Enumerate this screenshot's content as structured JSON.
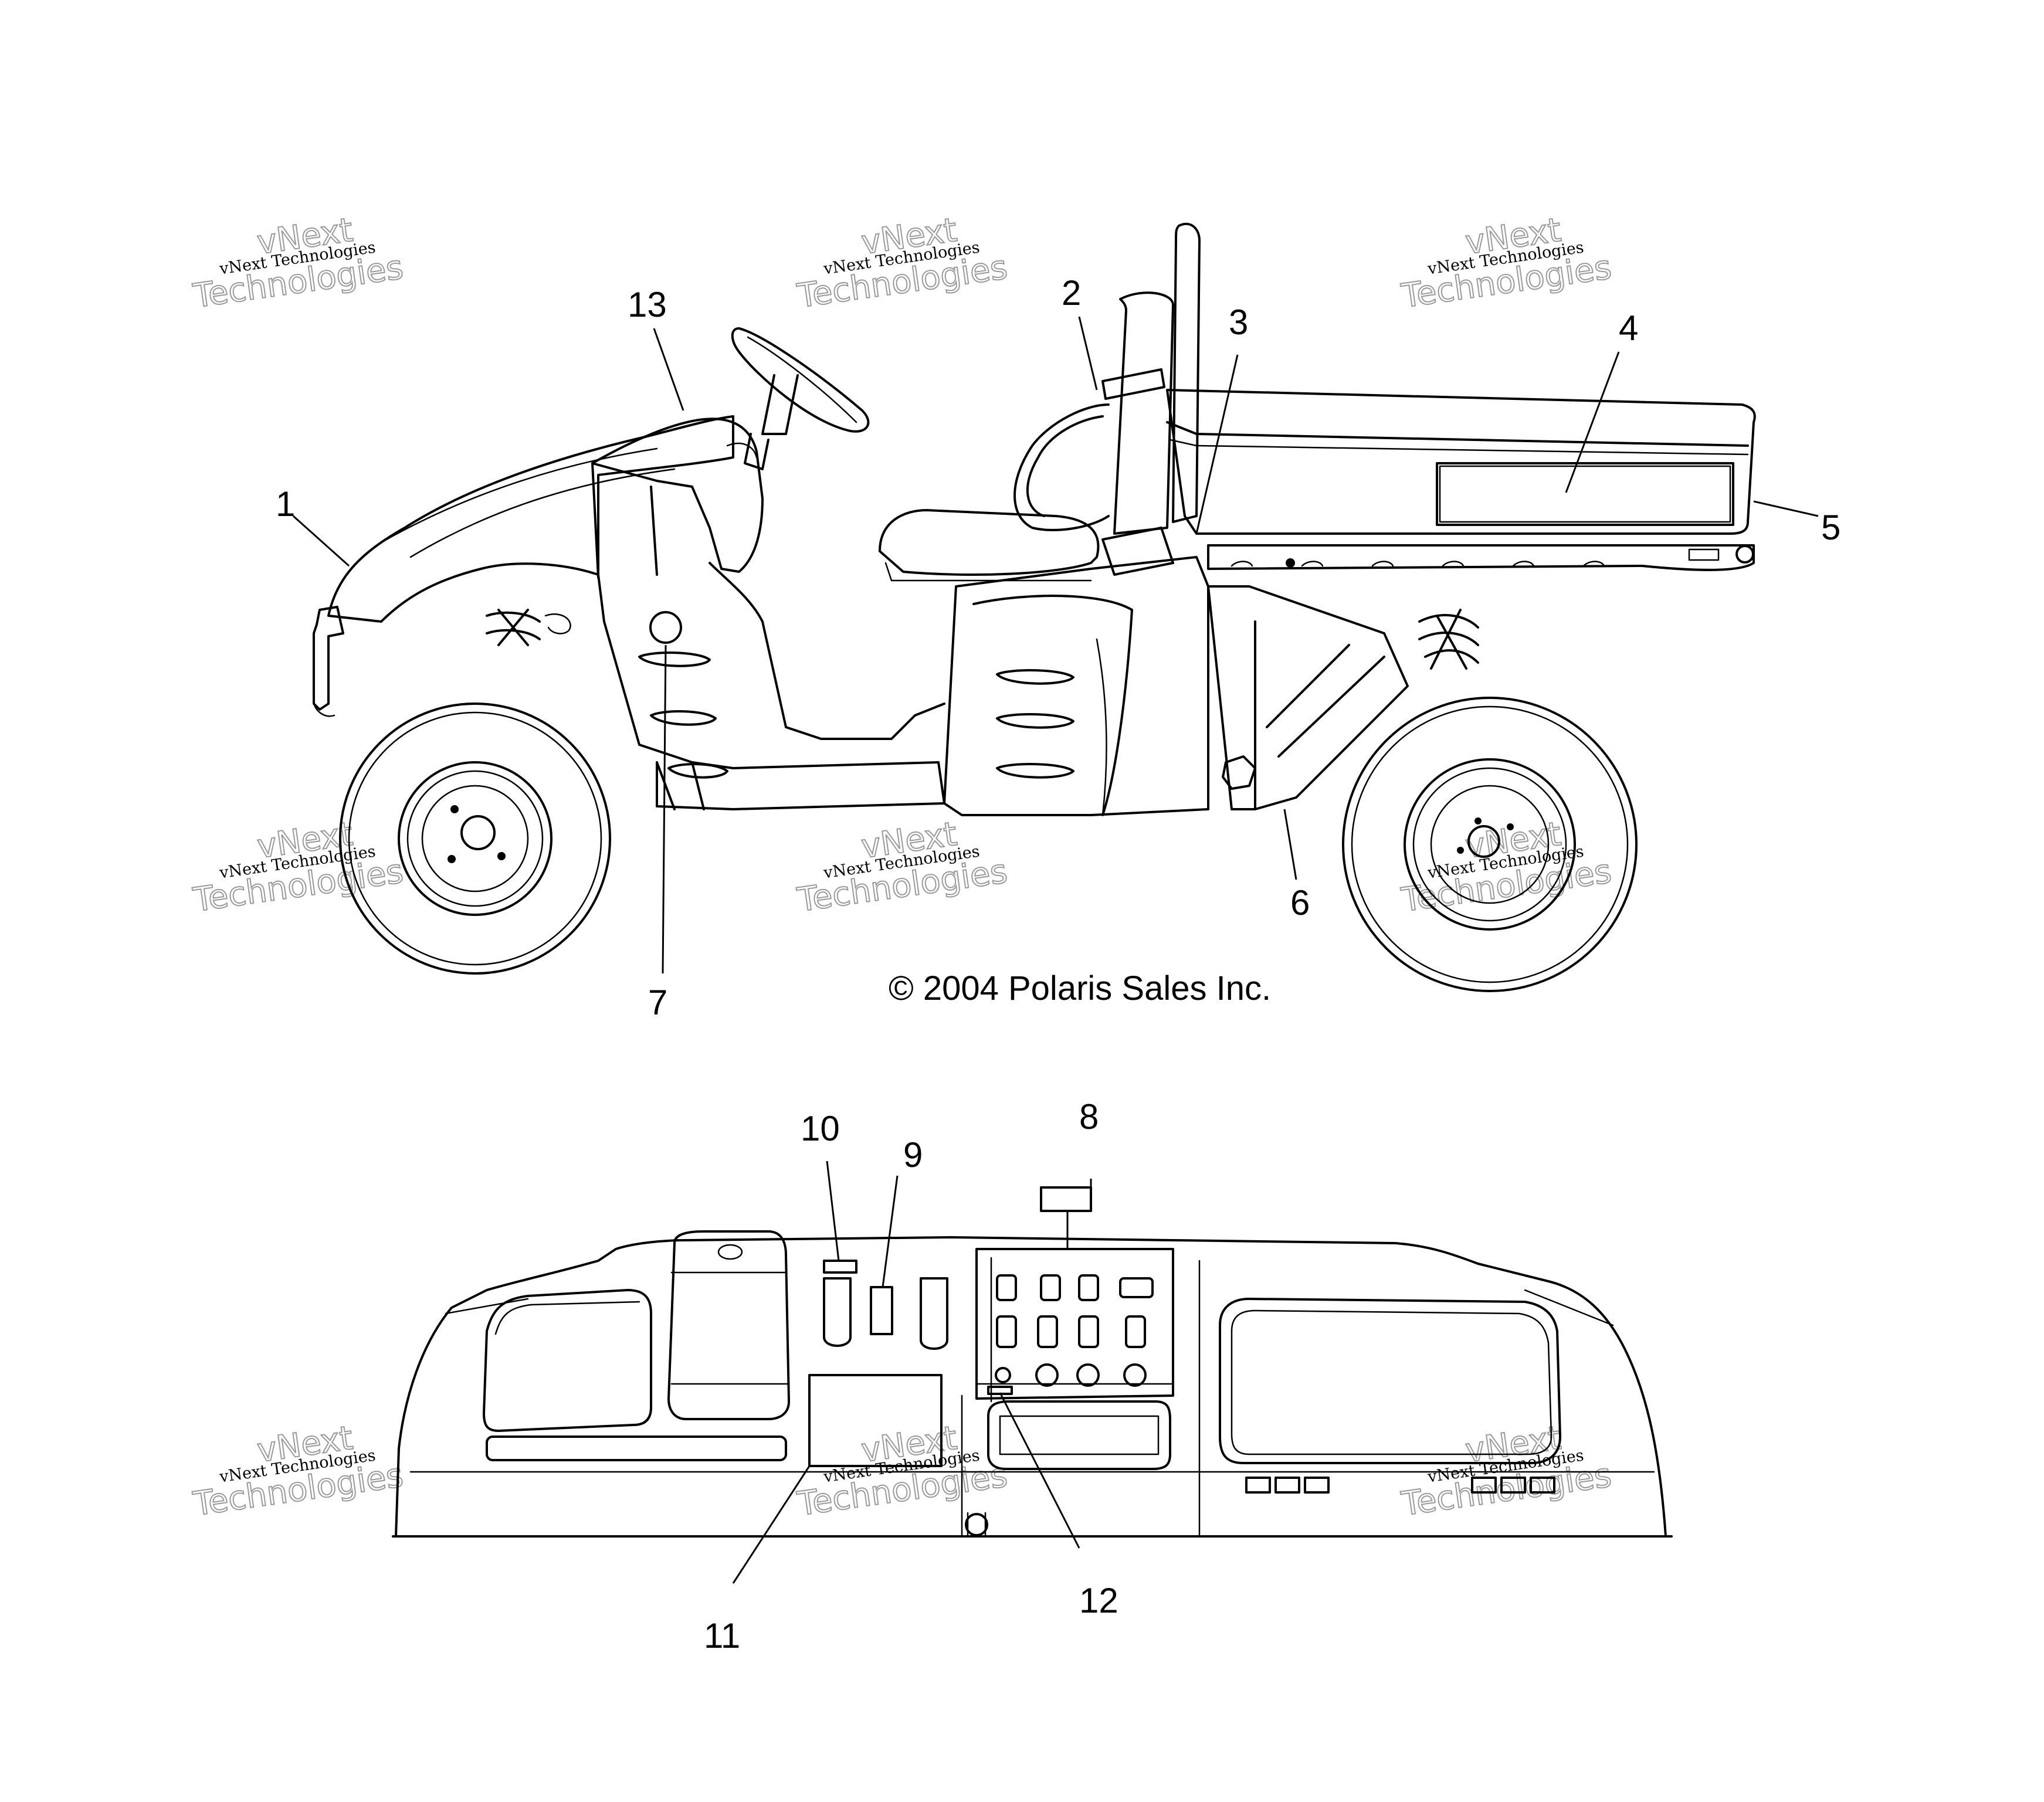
{
  "callouts": {
    "c1": "1",
    "c2": "2",
    "c3": "3",
    "c4": "4",
    "c5": "5",
    "c6": "6",
    "c7": "7",
    "c8": "8",
    "c9": "9",
    "c10": "10",
    "c11": "11",
    "c12": "12",
    "c13": "13"
  },
  "copyright": "© 2004 Polaris Sales Inc.",
  "watermark": {
    "line1": "vNext",
    "line2": "vNext Technologies",
    "line3": "Technologies"
  }
}
